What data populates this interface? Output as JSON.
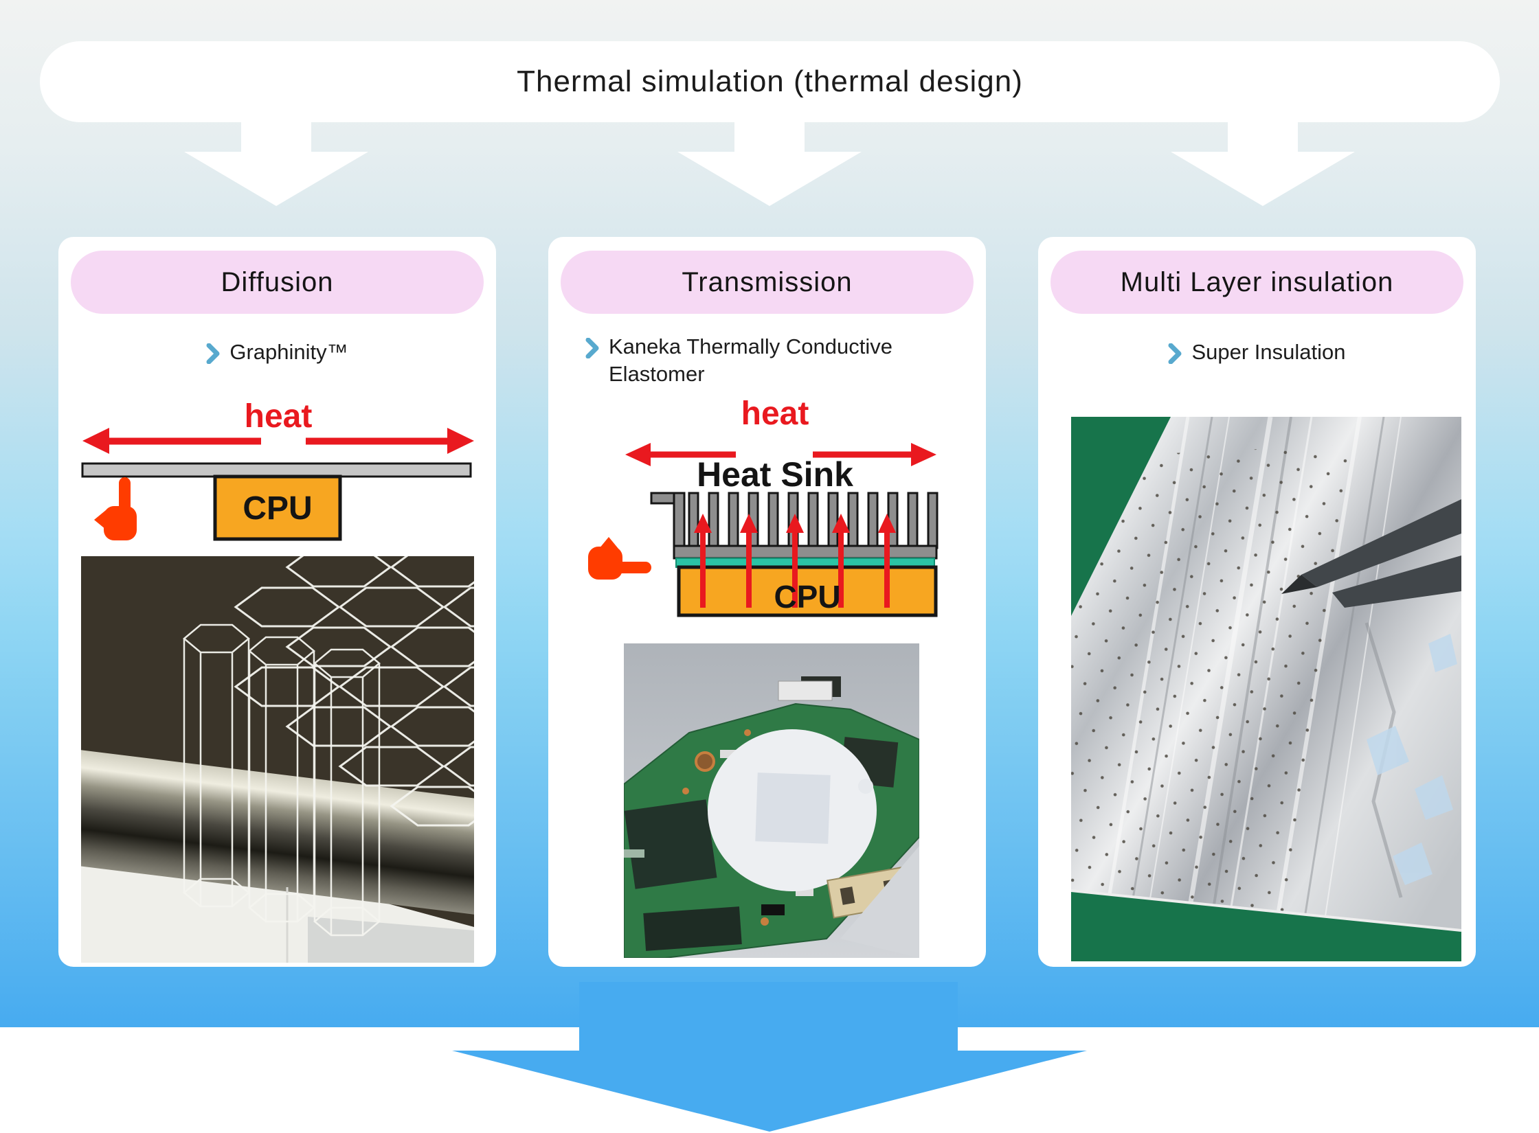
{
  "banner": {
    "title": "Thermal simulation (thermal design)"
  },
  "columns": [
    {
      "header": "Diffusion",
      "bullet": "Graphinity™",
      "diagram": {
        "heat_label": "heat",
        "cpu_label": "CPU"
      }
    },
    {
      "header": "Transmission",
      "bullet": "Kaneka Thermally Conductive Elastomer",
      "diagram": {
        "heat_label": "heat",
        "heatsink_label": "Heat Sink",
        "cpu_label": "CPU"
      }
    },
    {
      "header": "Multi Layer insulation",
      "bullet": "Super Insulation"
    }
  ],
  "icons": {
    "bullet": "chevron-right-icon",
    "flow_top": "white-down-arrow-icon",
    "flow_bottom": "blue-down-arrow-icon",
    "hand_diffusion": "pointing-hand-up-icon",
    "hand_transmission": "pointing-hand-right-icon"
  },
  "colors": {
    "background_gradient_top": "#F1F3F2",
    "background_gradient_bottom": "#47ABF0",
    "card_background": "#FFFFFF",
    "header_pill_pink": "#F6D9F4",
    "flow_arrow_blue": "#47ABF0",
    "heat_red": "#E9191F",
    "cpu_orange": "#F7A621",
    "heatsink_gray": "#8E8E8E",
    "graphite_bar_gray": "#C6C6C6",
    "elastomer_teal": "#2BC3A5",
    "bullet_chevron_blue": "#58A9CE",
    "hand_orange_red": "#FF3C00"
  }
}
